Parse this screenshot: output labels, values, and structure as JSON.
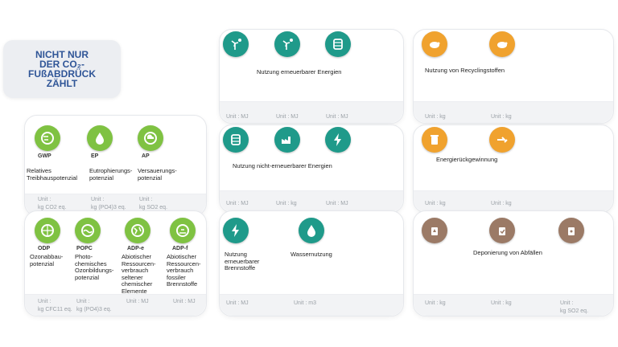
{
  "title_badge": "NICHT NUR\nDER CO₂-\nFUßABDRÜCK\nZÄHLT",
  "left_top": {
    "items": [
      {
        "code": "GWP",
        "desc": "Relatives\nTreibhauspotenzial",
        "unit": "Unit :\nkg CO2 eq.",
        "icon": "globe-co2-icon"
      },
      {
        "code": "EP",
        "desc": "Eutrophierungs-\npotenzial",
        "unit": "Unit :\nkg (PO4)3 eq.",
        "icon": "droplet-icon"
      },
      {
        "code": "AP",
        "desc": "Versauerungs-\npotenzial",
        "unit": "Unit :\nkg SO2 eq.",
        "icon": "acid-cloud-icon"
      }
    ]
  },
  "left_bottom": {
    "items": [
      {
        "code": "ODP",
        "desc": "Ozonabbau-\npotenzial",
        "unit": "Unit :\nkg CFC11 eq.",
        "icon": "ozone-globe-icon"
      },
      {
        "code": "POPC",
        "desc": "Photo-\nchemisches\nOzonbildungs-\npotenzial",
        "unit": "Unit :\nkg (PO4)3 eq.",
        "icon": "smog-icon"
      },
      {
        "code": "ADP-e",
        "desc": "Abiotischer\nRessourcen-\nverbrauch\nseltener\nchemischer\nElemente",
        "unit": "Unit : MJ",
        "icon": "globe-elements-icon"
      },
      {
        "code": "ADP-f",
        "desc": "Abiotischer\nRessourcen-\nverbrauch\nfossiler\nBrennstoffe",
        "unit": "Unit : MJ",
        "icon": "globe-fossil-icon"
      }
    ]
  },
  "mid_top": {
    "title": "Nutzung erneuerbarer Energien",
    "units": [
      "Unit : MJ",
      "Unit : MJ",
      "Unit : MJ"
    ],
    "icons": [
      "wind-sun-icon",
      "wind-sun-icon",
      "barrel-icon"
    ]
  },
  "mid_middle": {
    "title": "Nutzung nicht-erneuerbarer Energien",
    "units": [
      "Unit : MJ",
      "Unit : kg",
      "Unit : MJ"
    ],
    "icons": [
      "barrel-icon",
      "factory-icon",
      "lightning-icon"
    ]
  },
  "mid_bottom": {
    "label1": "Nutzung\nerneuerbarer\nBrennstoffe",
    "label2": "Wassernutzung",
    "units": [
      "Unit : MJ",
      "Unit : m3"
    ],
    "icons": [
      "lightning-icon",
      "water-drop-icon"
    ]
  },
  "right_top": {
    "title": "Nutzung von Recyclingstoffen",
    "units": [
      "Unit : kg",
      "Unit : kg"
    ],
    "icons": [
      "recycle-piggy-icon",
      "recycle-piggy-icon"
    ]
  },
  "right_middle": {
    "title": "Energierückgewinnung",
    "units": [
      "Unit : kg",
      "Unit : kg"
    ],
    "icons": [
      "recycle-bin-icon",
      "arrow-recycle-icon"
    ]
  },
  "right_bottom": {
    "title": "Deponierung von Abfällen",
    "units": [
      "Unit : kg",
      "Unit : kg",
      "Unit :\nkg SO2 eq."
    ],
    "icons": [
      "hazard-bin-icon",
      "check-bin-icon",
      "radioactive-bin-icon"
    ]
  },
  "colors": {
    "green": "#7fc242",
    "teal": "#1f9a8a",
    "orange": "#f0a22e",
    "brown": "#9b7a66",
    "title": "#2f5597"
  }
}
